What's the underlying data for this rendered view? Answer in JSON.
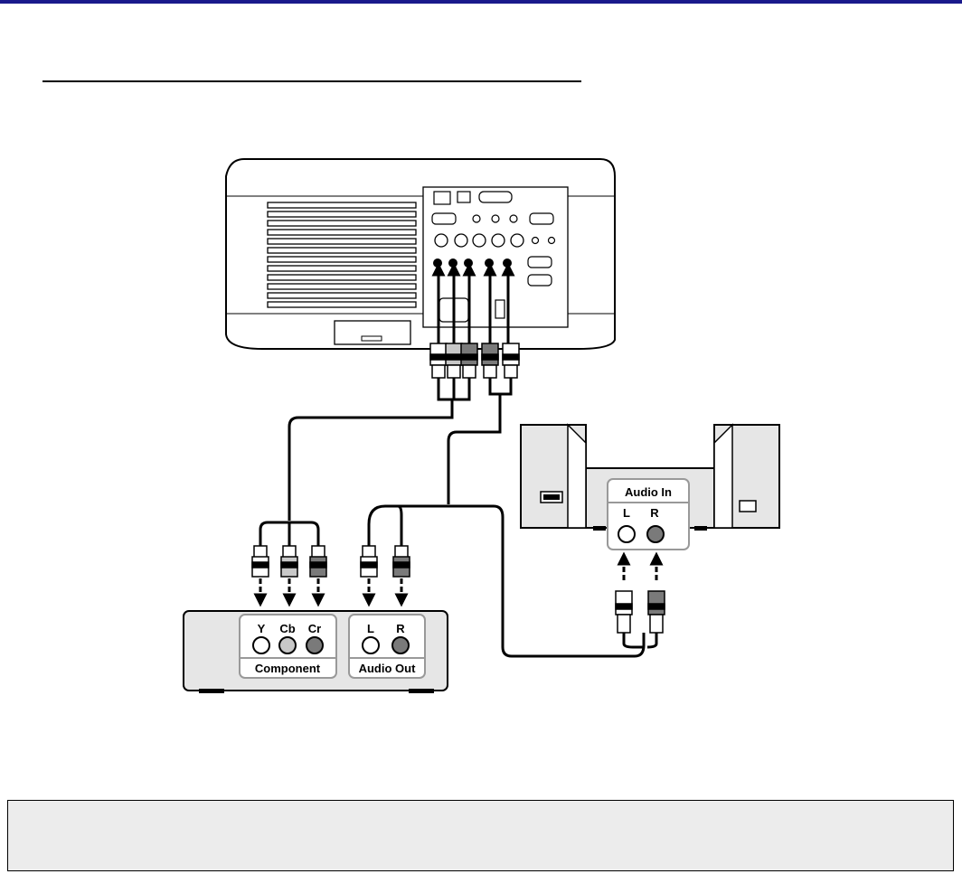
{
  "page": {
    "title": "",
    "note": ""
  },
  "colors": {
    "top_rule": "#1a1a8c",
    "device_fill": "#e6e6e6",
    "panel_fill": "#f2f2f2",
    "dark_gray": "#7a7a7a",
    "note_fill": "#ececec"
  },
  "source_device": {
    "component_labels": [
      "Y",
      "Cb",
      "Cr"
    ],
    "component_group_label": "Component",
    "audio_labels": [
      "L",
      "R"
    ],
    "audio_group_label": "Audio Out"
  },
  "speakers": {
    "panel_title": "Audio In",
    "labels": [
      "L",
      "R"
    ]
  }
}
